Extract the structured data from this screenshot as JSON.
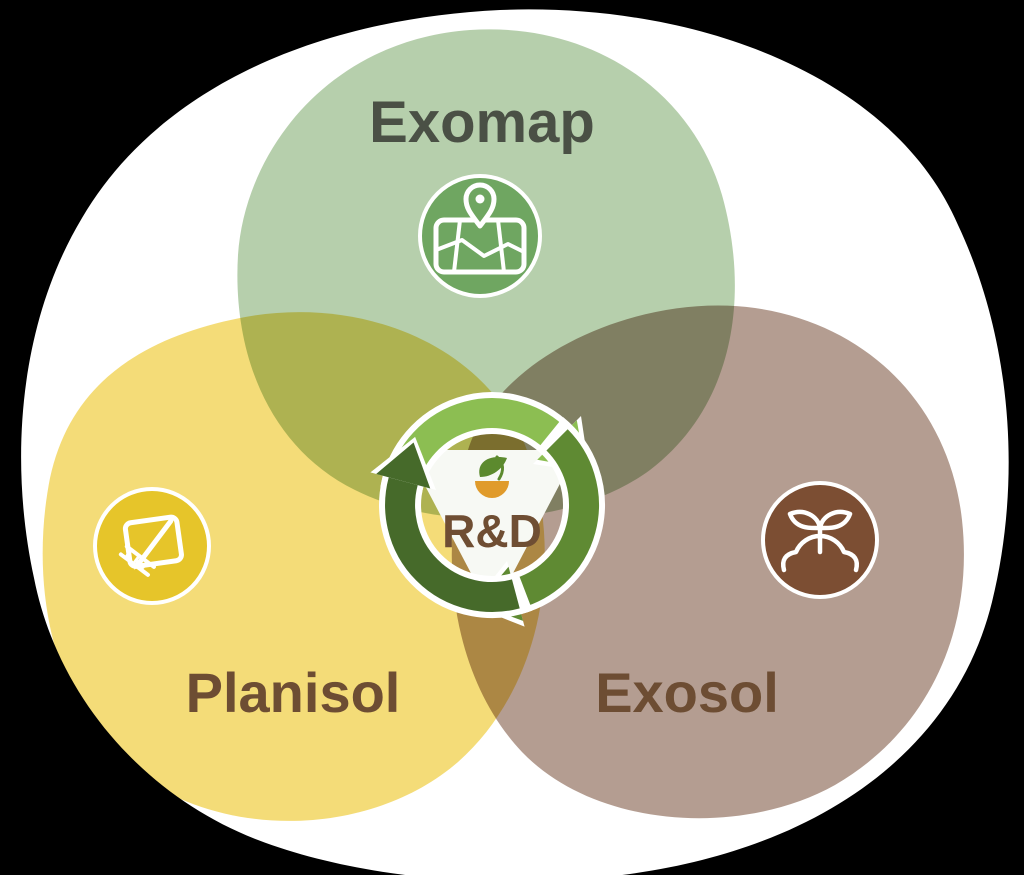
{
  "diagram": {
    "center": {
      "label": "R&D",
      "logo_icon": "seedling-logo-icon",
      "symbol": "recycle-arrows-icon"
    },
    "nodes": [
      {
        "id": "exomap",
        "label": "Exomap",
        "icon": "map-location-pin-icon",
        "blob_color": "#a9c79e",
        "circle_color": "#6fa661",
        "label_color": "#4a5045"
      },
      {
        "id": "planisol",
        "label": "Planisol",
        "icon": "pencil-plan-icon",
        "blob_color": "#f2d660",
        "circle_color": "#e6c52a",
        "label_color": "#6d4d33"
      },
      {
        "id": "exosol",
        "label": "Exosol",
        "icon": "sprout-soil-icon",
        "blob_color": "#a78c7e",
        "circle_color": "#7c4e33",
        "label_color": "#6d4d33"
      }
    ],
    "colors": {
      "background": "#000000",
      "canvas": "#ffffff",
      "recycle_light": "#8cbe52",
      "recycle_medium": "#5f8a33",
      "recycle_dark": "#466a2a",
      "rd_text": "#6f4e33"
    }
  }
}
